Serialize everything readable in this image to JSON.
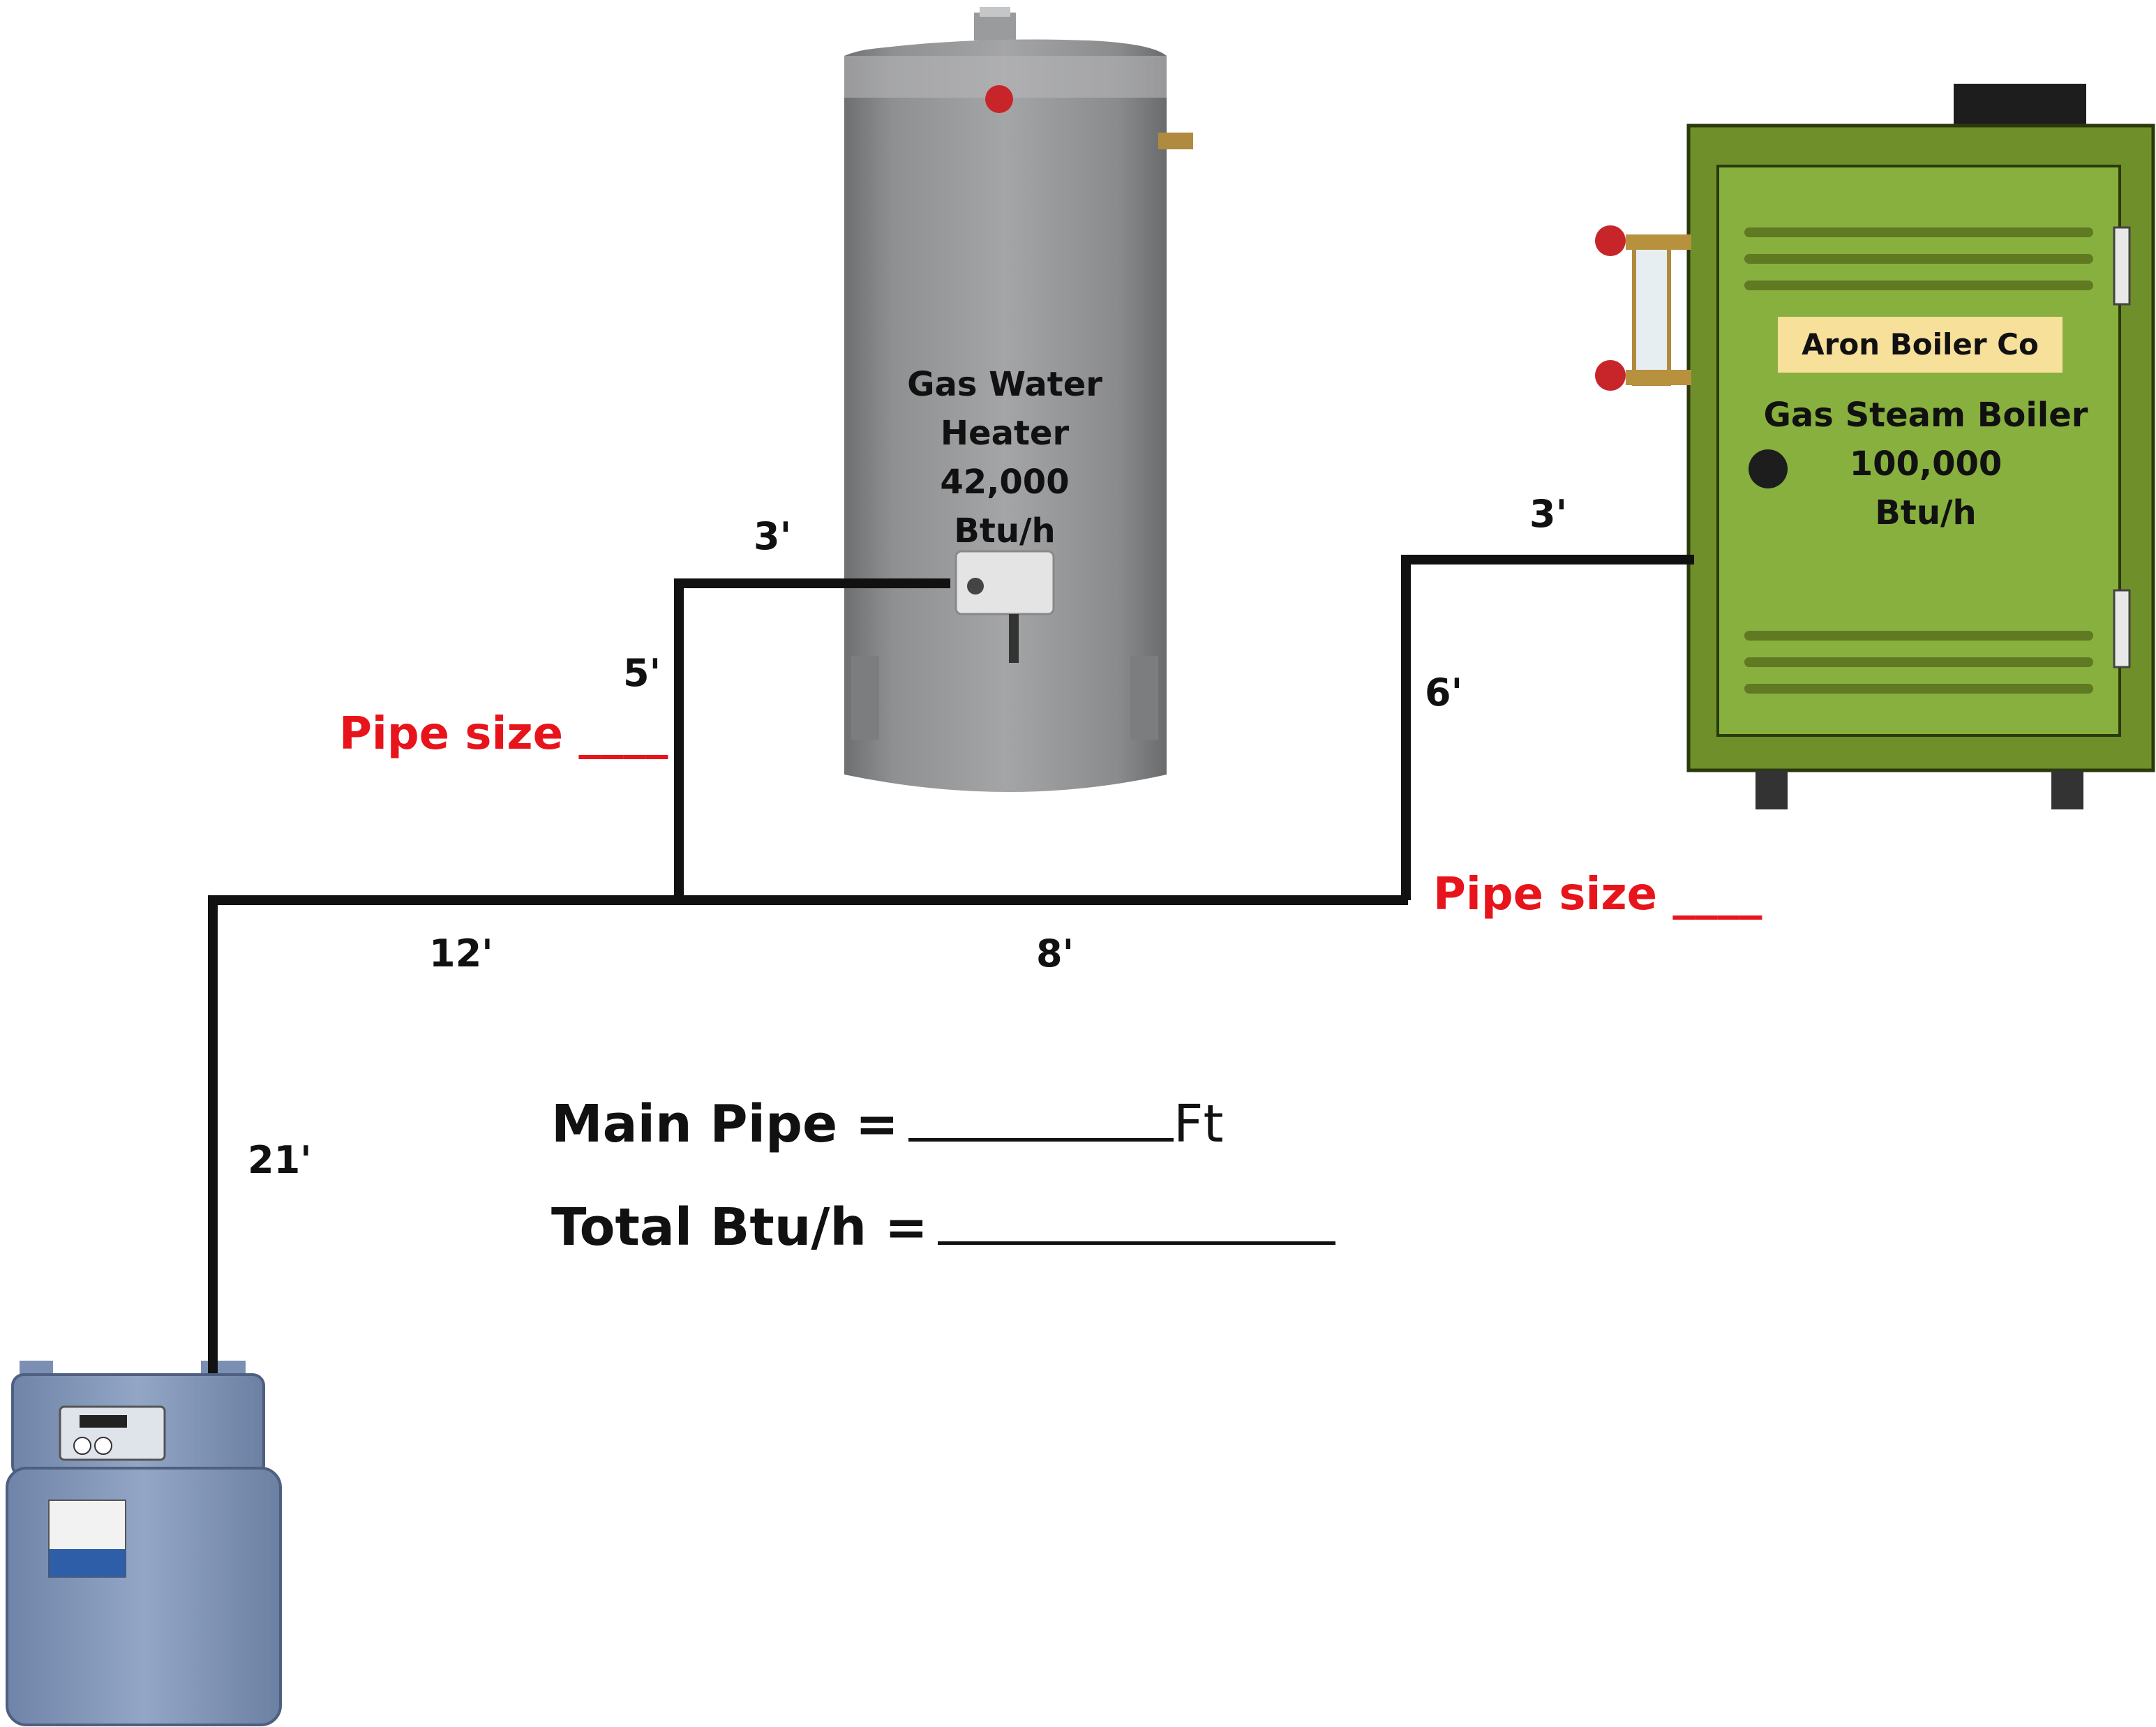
{
  "appliances": {
    "water_heater": {
      "line1": "Gas Water Heater",
      "line2": "42,000",
      "line3": "Btu/h"
    },
    "boiler": {
      "brand": "Aron Boiler Co",
      "line1": "Gas Steam Boiler",
      "line2": "100,000",
      "line3": "Btu/h"
    }
  },
  "segments": {
    "meter_riser": "21'",
    "main_first": "12'",
    "main_second": "8'",
    "heater_riser": "5'",
    "heater_branch": "3'",
    "boiler_riser": "6'",
    "boiler_branch": "3'"
  },
  "pipe_size_labels": {
    "heater": "Pipe size ____",
    "boiler": "Pipe size ____"
  },
  "worksheet": {
    "main_pipe_label": "Main Pipe =",
    "main_pipe_unit": "Ft",
    "total_label": "Total Btu/h ="
  },
  "colors": {
    "pipe": "#111111",
    "label_red": "#e8141b",
    "boiler_green": "#6f8f2a",
    "heater_gray": "#8f9092",
    "meter_blue": "#7d93b8"
  }
}
